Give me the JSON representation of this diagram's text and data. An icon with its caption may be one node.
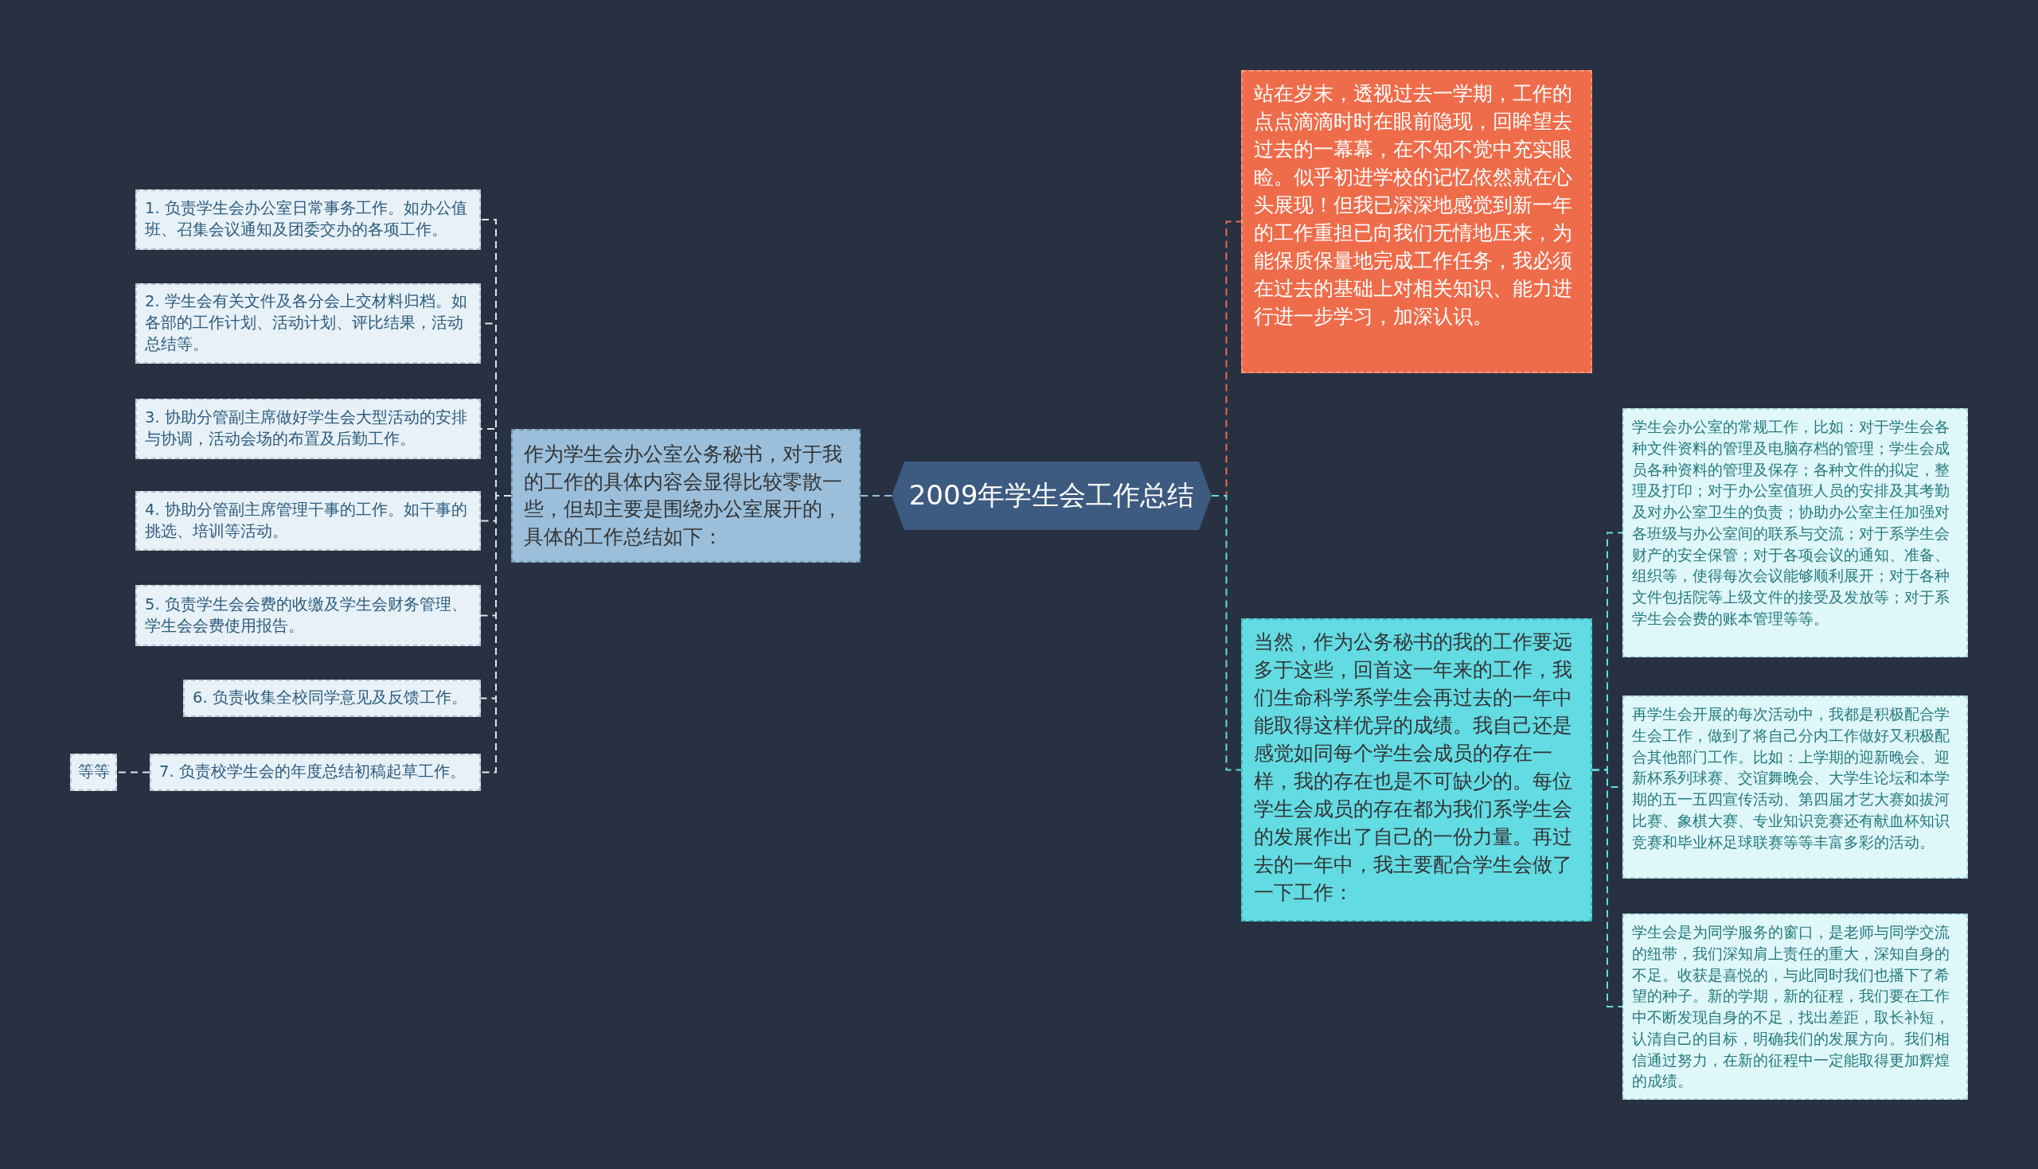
{
  "diagram": {
    "nodes": [
      {
        "text": [
          "2009年学生会工作总结"
        ]
      },
      {
        "text": [
          "作为学生会办公室公务秘书，对于我的工作的具体内容会显得比较零散一些，但却主要是围绕办公室展开的，具体的工作总结如下："
        ]
      },
      {
        "text": [
          "1. 负责学生会办公室日常事务工作。如办公值班、召集会议通知及团委交办的各项工作。"
        ]
      },
      {
        "text": [
          "2. 学生会有关文件及各分会上交材料归档。如各部的工作计划、活动计划、评比结果，活动总结等。"
        ]
      },
      {
        "text": [
          "3. 协助分管副主席做好学生会大型活动的安排与协调，活动会场的布置及后勤工作。"
        ]
      },
      {
        "text": [
          "4. 协助分管副主席管理干事的工作。如干事的挑选、培训等活动。"
        ]
      },
      {
        "text": [
          "5. 负责学生会会费的收缴及学生会财务管理、学生会会费使用报告。"
        ]
      },
      {
        "text": [
          "6. 负责收集全校同学意见及反馈工作。"
        ]
      },
      {
        "text": [
          "7. 负责校学生会的年度总结初稿起草工作。"
        ]
      },
      {
        "text": [
          "等等"
        ]
      },
      {
        "text": [
          "站在岁末，透视过去一学期，工作的点点滴滴时时在眼前隐现，回眸望去过去的一幕幕，在不知不觉中充实眼睑。似乎初进学校的记忆依然就在心头展现！但我已深深地感觉到新一年的工作重担已向我们无情地压来，为能保质保量地完成工作任务，我必须在过去的基础上对相关知识、能力进行进一步学习，加深认识。"
        ]
      },
      {
        "text": [
          "当然，作为公务秘书的我的工作要远多于这些，回首这一年来的工作，我们生命科学系学生会再过去的一年中能取得这样优异的成绩。我自己还是感觉如同每个学生会成员的存在一样，我的存在也是不可缺少的。每位学生会成员的存在都为我们系学生会的发展作出了自己的一份力量。再过去的一年中，我主要配合学生会做了一下工作："
        ]
      },
      {
        "text": [
          "学生会办公室的常规工作，比如：对于学生会各种文件资料的管理及电脑存档的管理；学生会成员各种资料的管理及保存；各种文件的拟定，整理及打印；对于办公室值班人员的安排及其考勤及对办公室卫生的负责；协助办公室主任加强对各班级与办公室间的联系与交流；对于系学生会财产的安全保管；对于各项会议的通知、准备、组织等，使得每次会议能够顺利展开；对于各种文件包括院等上级文件的接受及发放等；对于系学生会会费的账本管理等等。"
        ]
      },
      {
        "text": [
          "再学生会开展的每次活动中，我都是积极配合学生会工作，做到了将自己分内工作做好又积极配合其他部门工作。比如：上学期的迎新晚会、迎新杯系列球赛、交谊舞晚会、大学生论坛和本学期的五一五四宣传活动、第四届才艺大赛如拔河比赛、象棋大赛、专业知识竞赛还有献血杯知识竞赛和毕业杯足球联赛等等丰富多彩的活动。"
        ]
      },
      {
        "text": [
          "学生会是为同学服务的窗口，是老师与同学交流的纽带，我们深知肩上责任的重大，深知自身的不足。收获是喜悦的，与此同时我们也播下了希望的种子。新的学期，新的征程，我们要在工作中不断发现自身的不足，找出差距，取长补短，认清自己的目标，明确我们的发展方向。我们相信通过努力，在新的征程中一定能取得更加辉煌的成绩。"
        ]
      }
    ],
    "edges": [
      {
        "from": 0,
        "to": 1,
        "arrow": "none",
        "color": "#9bbfdb"
      },
      {
        "from": 1,
        "to": 2,
        "arrow": "none"
      },
      {
        "from": 1,
        "to": 3,
        "arrow": "none"
      },
      {
        "from": 1,
        "to": 4,
        "arrow": "none"
      },
      {
        "from": 1,
        "to": 5,
        "arrow": "none"
      },
      {
        "from": 1,
        "to": 6,
        "arrow": "none"
      },
      {
        "from": 1,
        "to": 7,
        "arrow": "none"
      },
      {
        "from": 1,
        "to": 8,
        "arrow": "none"
      },
      {
        "from": 8,
        "to": 9,
        "arrow": "none"
      },
      {
        "from": 0,
        "to": 10,
        "arrow": "none",
        "color": "#ef6c4b"
      },
      {
        "from": 0,
        "to": 11,
        "arrow": "none",
        "color": "#63dbe3"
      },
      {
        "from": 11,
        "to": 12,
        "arrow": "none",
        "color": "#63dbe3"
      },
      {
        "from": 11,
        "to": 13,
        "arrow": "none",
        "color": "#63dbe3"
      },
      {
        "from": 11,
        "to": 14,
        "arrow": "none",
        "color": "#63dbe3"
      }
    ]
  }
}
